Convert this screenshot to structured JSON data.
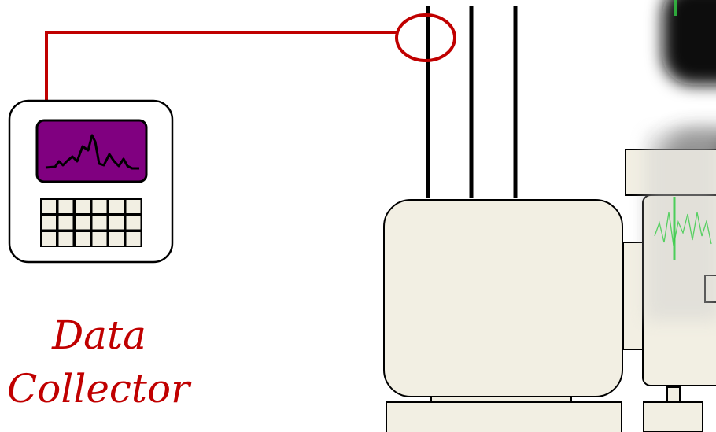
{
  "diagram": {
    "caption": [
      "Data",
      "Collector"
    ],
    "colors": {
      "accent": "#c00000",
      "device_body": "#f2efe3",
      "screen": "#800080",
      "monitor_glow": "#0a0a0a",
      "waveform": "#33cc44"
    },
    "icons": [
      "data-collector-device",
      "spectrum-waveform",
      "keypad",
      "current-clamp",
      "electric-motor",
      "pump"
    ]
  }
}
